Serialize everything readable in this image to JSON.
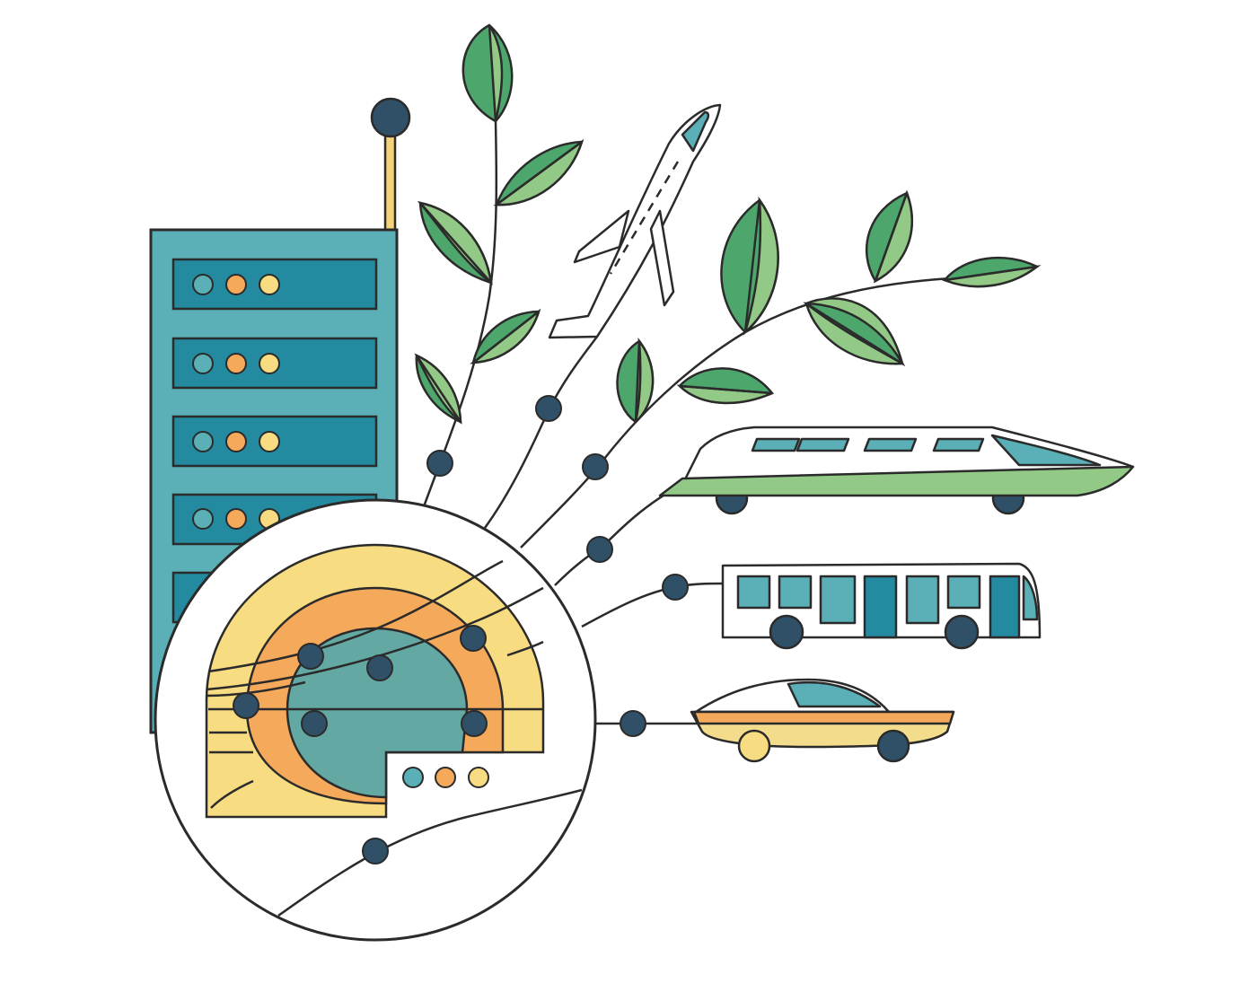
{
  "illustration": {
    "elements": {
      "server_rack": "server-rack",
      "antenna": "antenna",
      "branches": [
        "leaf-branch-left",
        "leaf-branch-right"
      ],
      "vehicles": [
        "airplane",
        "high-speed-train",
        "bus",
        "car"
      ],
      "hub": "magnified-hub",
      "connection_lines": "network-lines",
      "nodes": "network-nodes"
    },
    "rack_slots": 5,
    "slot_lights": 3
  },
  "colors": {
    "stroke": "#2b2b2b",
    "white": "#ffffff",
    "teal_light": "#5ab0b6",
    "teal_dark": "#238aa0",
    "teal_muted": "#63a8a2",
    "navy": "#2f5066",
    "yellow": "#f7dc82",
    "yellow_light": "#f3dc8c",
    "orange": "#f5a95b",
    "green_dark": "#4da66b",
    "green_light": "#93c986",
    "antenna_pole": "#f2d27a"
  }
}
